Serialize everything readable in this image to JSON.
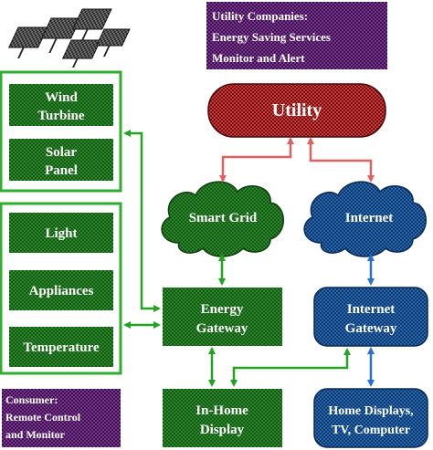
{
  "solar_panel_icon": "solar-panel-array-icon",
  "colors": {
    "green": "#2a8a2a",
    "green_dark": "#155515",
    "green_border": "#2fae2f",
    "blue": "#1f5fa8",
    "blue_dark": "#0f3766",
    "red": "#c42a2a",
    "red_dark": "#6e1010",
    "purple": "#6a2a80",
    "arrow_green": "#22a322",
    "arrow_blue": "#2a6fd6",
    "arrow_red": "#e06060"
  },
  "notes": {
    "utility": [
      "Utility Companies:",
      "Energy Saving Services",
      "Monitor and Alert"
    ],
    "consumer": [
      "Consumer:",
      "Remote Control",
      "and Monitor"
    ]
  },
  "generation": {
    "wind": [
      "Wind",
      "Turbine"
    ],
    "solar": [
      "Solar",
      "Panel"
    ]
  },
  "loads": {
    "light": "Light",
    "appliances": "Appliances",
    "temperature": "Temperature"
  },
  "utility": "Utility",
  "clouds": {
    "smart_grid": "Smart Grid",
    "internet": "Internet"
  },
  "gateways": {
    "energy": [
      "Energy",
      "Gateway"
    ],
    "internet": [
      "Internet",
      "Gateway"
    ]
  },
  "displays": {
    "in_home": [
      "In-Home",
      "Display"
    ],
    "home": [
      "Home Displays,",
      "TV, Computer"
    ]
  }
}
